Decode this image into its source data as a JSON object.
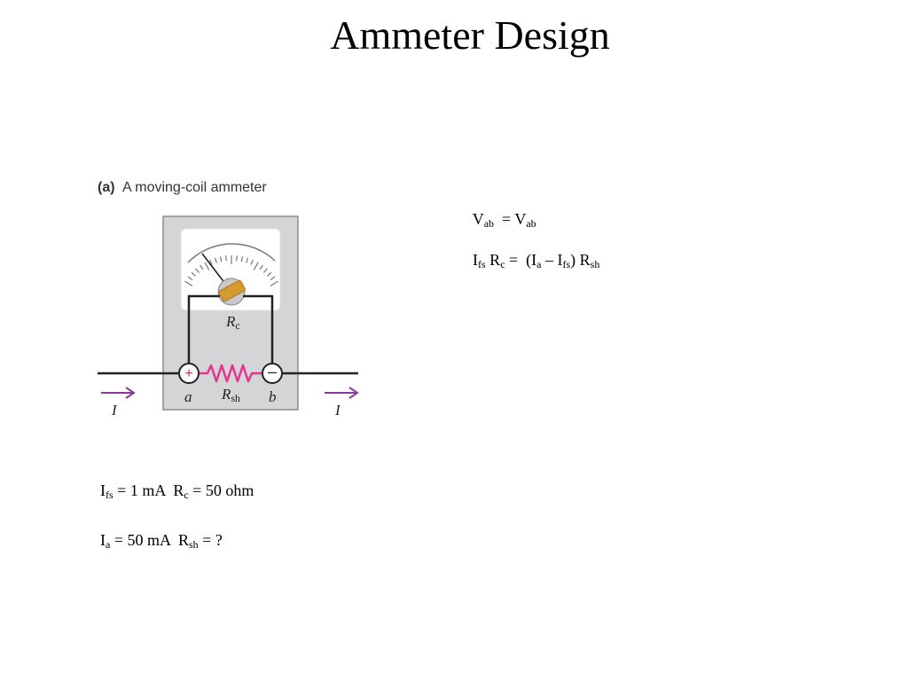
{
  "slide": {
    "title": "Ammeter Design"
  },
  "figure": {
    "caption_tag": "(a)",
    "caption_text": "A moving-coil ammeter",
    "coil_label": "R",
    "coil_label_sub": "c",
    "shunt_label": "R",
    "shunt_label_sub": "sh",
    "terminal_a": "a",
    "terminal_b": "b",
    "plus_sign": "+",
    "minus_sign": "–",
    "current_left": "I",
    "current_right": "I",
    "colors": {
      "case": "#d4d5d6",
      "dial_face": "#ffffff",
      "shunt_resistor": "#e5348c",
      "current_arrow": "#8b3a9c",
      "coil": "#d69a2e",
      "terminal_plus_sign": "#d22a4a"
    }
  },
  "equations": {
    "eq1": {
      "lhs": "V",
      "lhs_sub": "ab",
      "mid": "  = V",
      "mid_sub": "ab"
    },
    "eq2": {
      "p1": "I",
      "p1_sub": "fs",
      "p2": " R",
      "p2_sub": "c",
      "p3": " =  (I",
      "p3_sub": "a",
      "p4": " – I",
      "p4_sub": "fs",
      "p5": ") R",
      "p5_sub": "sh"
    }
  },
  "givens": {
    "line1": {
      "p1": "I",
      "p1_sub": "fs",
      "p2": " = 1 mA  R",
      "p2_sub": "c",
      "p3": " = 50 ohm"
    },
    "line2": {
      "p1": "I",
      "p1_sub": "a",
      "p2": " = 50 mA  R",
      "p2_sub": "sh",
      "p3": " = ?"
    }
  }
}
